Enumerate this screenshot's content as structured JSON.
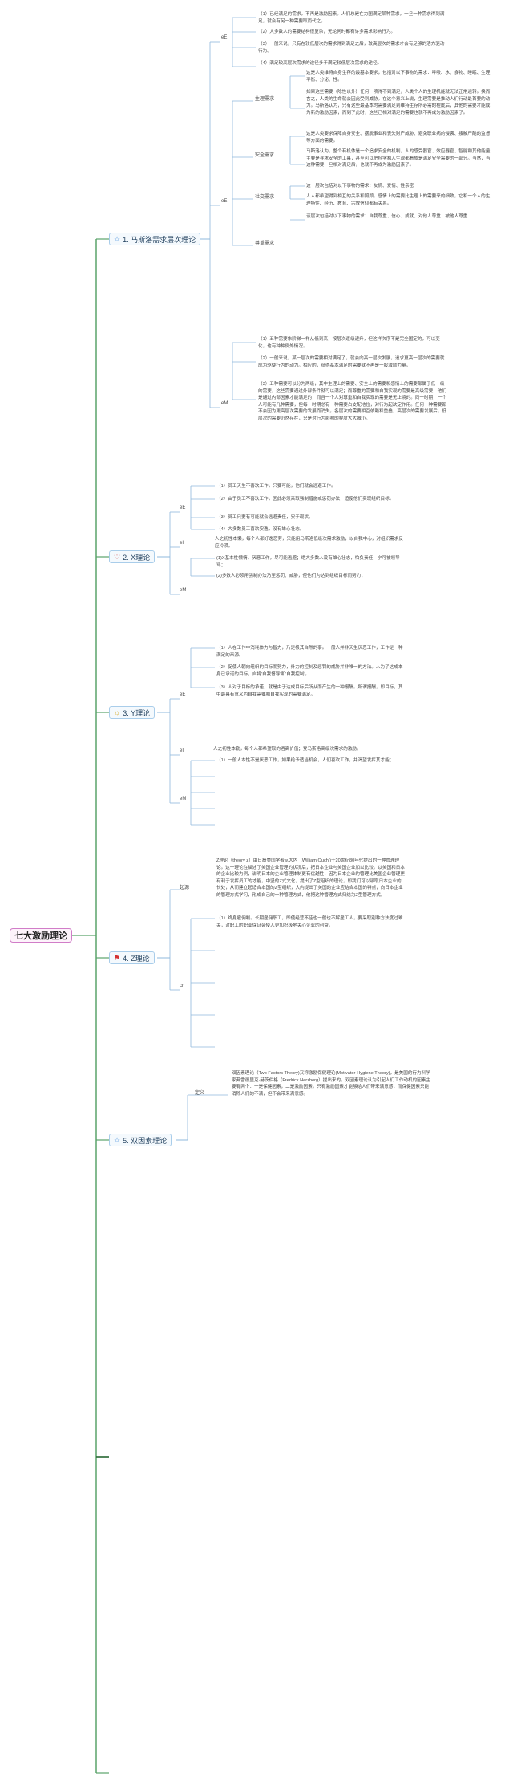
{
  "root": {
    "title": "七大激励理论"
  },
  "branches": {
    "maslow": {
      "title": "1. 马斯洛需求层次理论",
      "el_label": "eE",
      "el_items": [
        "（1）已经满足的需求，不再是激励因素。人们总是在力图满足某种需求，一旦一种需求得到满足，就会有另一种需要取而代之。",
        "（2）大多数人的需要结构很复杂，无论何时都有许多需求影响行为。",
        "（3）一般来说，只有在较低层次的需求得到满足之后，较高层次的需求才会有足够的活力驱动行为。",
        "（4）满足较高层次需求的途径多于满足较低层次需求的途径。"
      ],
      "needs_label": "eE",
      "needs": [
        {
          "name": "生理需求",
          "text": "这是人类维持自身生存的最基本要求，包括对以下事物的需求：呼吸、水、食物、睡眠、生理平衡、分泌、性。"
        },
        {
          "name": "",
          "text": "如果这些需要（除性以外）任何一项得不到满足，人类个人的生理机能就无法正常运转。换而言之，人类的生命就会因此受到威胁。在这个意义上说，生理需要是推动人们行动最首要的动力。马斯洛认为，只有这些最基本的需要满足到维持生存所必需的程度后，其他的需要才能成为新的激励因素，而到了此时，这些已相对满足的需要也就不再成为激励因素了。"
        },
        {
          "name": "安全需求",
          "text": "这是人类要求保障自身安全、摆脱事业和丧失财产威胁、避免职业病的侵袭、接触严酷的监督等方面的需要。"
        },
        {
          "name": "",
          "text": "马斯洛认为，整个有机体是一个追求安全的机制，人的感受器官、效应器官、智能和其他能量主要是寻求安全的工具，甚至可以把科学和人生观都看成是满足安全需要的一部分。当然，当这种需要一旦相对满足后，也就不再成为激励因素了。"
        },
        {
          "name": "社交需求",
          "text": "这一层次包括对以下事物的需求：友情、爱情、性亲密"
        },
        {
          "name": "",
          "text": "人人都希望得到相互的关系和照顾。感情上的需要比生理上的需要来的细致，它和一个人的生理特性、经历、教育、宗教信仰都有关系。"
        },
        {
          "name": "尊重需求",
          "text": "该层次包括对以下事物的需求：自我尊重、信心、成就、对他人尊重、被他人尊重"
        }
      ],
      "em_label": "eM",
      "em_items": [
        "（1）五种需要象阶梯一样从低到高，按层次逐级递升，但这样次序不是完全固定的，可以变化，也有种种例外情况。",
        "（2）一般来说，某一层次的需要相对满足了，就会向高一层次发展，追求更高一层次的需要就成为驱使行为的动力。相应的，获得基本满足的需要就不再是一股激励力量。",
        "（3）五种需要可以分为两级，其中生理上的需要、安全上的需要和感情上的需要都属于低一级的需要，这些需要通过外部条件就可以满足；而尊重的需要和自我实现的需要是高级需要，他们是通过内部因素才能满足的，而且一个人对尊重和自我实现的需要是无止境的。同一时期，一个人可能有几种需要，但每一时期总有一种需要占支配地位，对行为起决定作用。任何一种需要都不会因为更高层次需要的发展而消失。各层次的需要相互依赖和重叠，高层次的需要发展后，低层次的需要仍然存在，只是对行为影响的程度大大减小。"
      ]
    },
    "x": {
      "title": "2. X理论",
      "el_label": "eE",
      "el_items": [
        "（1）员工天生不喜欢工作，只要可能，他们就会逃避工作。",
        "（2）由于员工不喜欢工作，因此必须采取强制措施或惩罚办法，迫使他们实现组织目标。",
        "（3）员工只要有可能就会逃避责任，安于现状。",
        "（4）大多数员工喜欢安逸，没有雄心壮志。"
      ],
      "e_label": "eI",
      "e_text": "人之初性本懒，每个人都好逸恶劳，只能用马斯洛低级次需求激励，以自我中心，对组织需求反应冷漠。",
      "em_label": "eM",
      "em_items": [
        "(1)X基本性懒惰，厌恶工作，尽可能逃避；绝大多数人没有雄心壮志，怕负责任，宁可被领导骂；",
        "(2)多数人必须用强制办法乃至惩罚、威胁，使他们为达到组织目标而努力；"
      ]
    },
    "y": {
      "title": "3. Y理论",
      "el_label": "eE",
      "el_items": [
        "（1）人在工作中消耗体力与智力，乃是极其自然的事。一般人并非天生厌恶工作，工作是一种满足的来源。",
        "（2）促使人朝向组织的目标而努力，外力的控制及惩罚的威胁并非唯一的方法。人为了达成本身已承诺的目标，自将'自我督导'和'自我控制'。",
        "（3）人对于目标的承诺，就是由于达成目标后所从而产生的一种报酬。所谓报酬，即目标，其中最具有意义为自我需要和自我实现的需要满足。"
      ],
      "e_label": "eI",
      "e_text": "人之初性本勤，每个人都希望取的酒高价值；受马斯洛高级次需求的激励。",
      "em_label": "eM",
      "em_items": [
        "（1）一般人本性不是厌恶工作，如果给予适当机会，人们喜欢工作，并渴望发挥其才能；"
      ]
    },
    "z": {
      "title": "4. Z理论",
      "origin_label": "起源",
      "origin_text": "Z理论（theory z）由日裔美国学者w.大内（William Ouchi)于20世纪80年代提出的一种管理理论。这一理论在描述了美国企业管理的状况后，把日本企业与美国企业加以比较。以美国和日本的企业比较为例，说明日本的企业管理体制更有优越性，因为日本企业的管理比美国企业管理更有利于发挥员工的才能，中坚的Z式文化，提出了Z型组织的理论，即我们可以吸取日本企业的长处，从而建立起适合本国的Z型组织，大内提出了美国的企业应结合本国的特点，向日本企业的管理方式学习，形成自己的一种管理方式，他把这种管理方式归结为Z型管理方式。",
      "cr_label": "cr",
      "cr_items": [
        "（1）终身雇佣制。长期雇佣职工，即使经营不佳也一般也不解雇工人，要采取别种方法度过难关，对职工的职业保证会使人更加积极地关心企业的利益。"
      ]
    },
    "two_factor": {
      "title": "5. 双因素理论",
      "def_label": "定义",
      "def_text": "双因素理论（Two Factors Theory)又称激励保健理论(Motivator-Hygiene Theory)，是美国的行为科学家弗雷德里克·赫茨伯格（Fredrick Herzberg）提出来的。双因素理论认为引起人们工作动机的因素主要有两个：一是保健因素，二是激励因素。只有激励因素才能够给人们带来满意感，而保健因素只能消除人们的不满，但不会带来满意感。"
    }
  }
}
